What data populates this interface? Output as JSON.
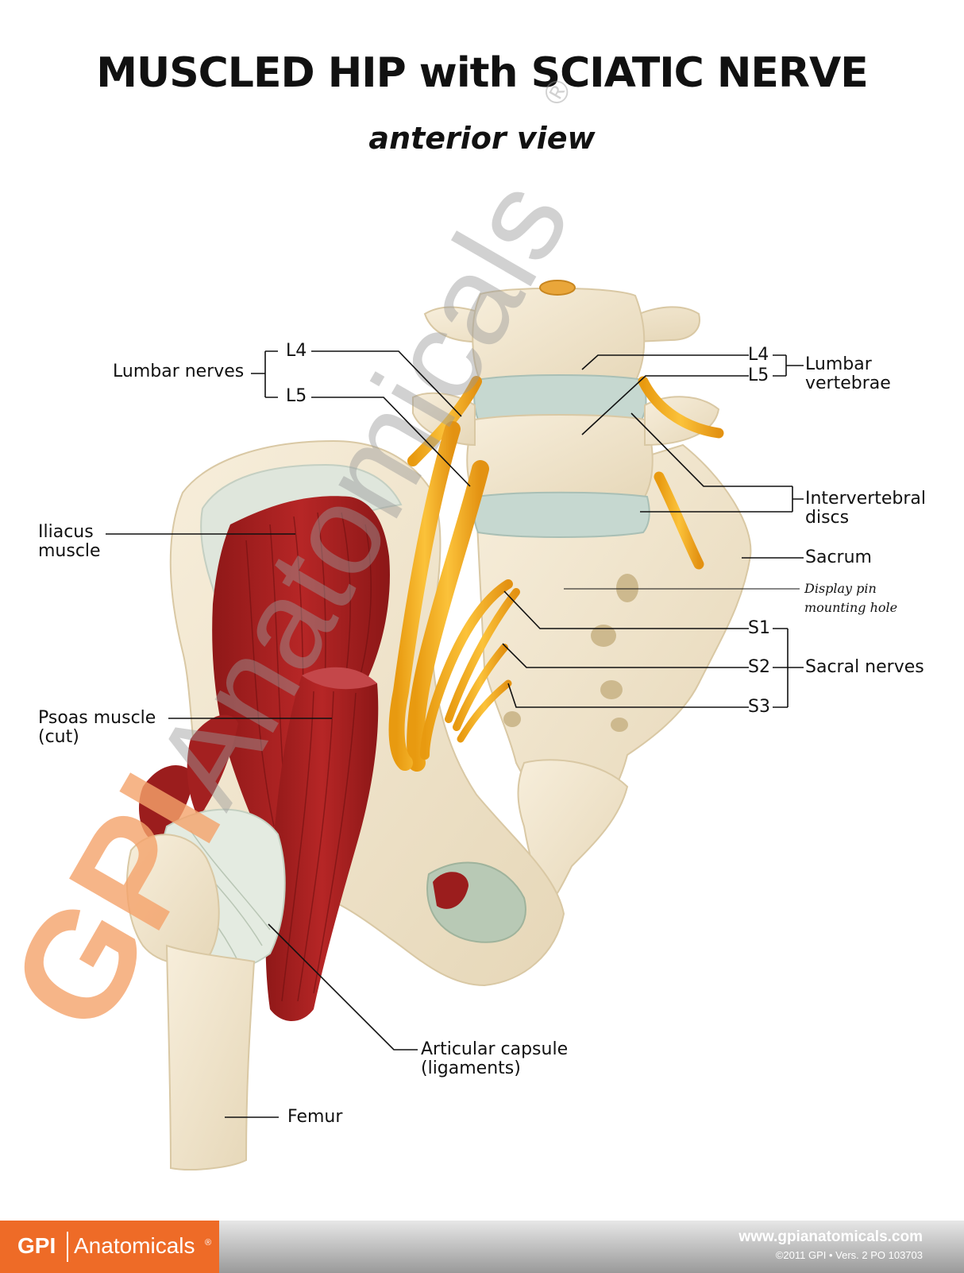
{
  "title": "MUSCLED HIP with SCIATIC NERVE",
  "subtitle": "anterior view",
  "labels": {
    "lumbar_nerves": "Lumbar nerves",
    "nerve_l4": "L4",
    "nerve_l5": "L5",
    "vert_l4": "L4",
    "vert_l5": "L5",
    "lumbar_vertebrae_1": "Lumbar",
    "lumbar_vertebrae_2": "vertebrae",
    "iliacus_1": "Iliacus",
    "iliacus_2": "muscle",
    "intervertebral_1": "Intervertebral",
    "intervertebral_2": "discs",
    "sacrum": "Sacrum",
    "display_pin_1": "Display pin",
    "display_pin_2": "mounting hole",
    "s1": "S1",
    "s2": "S2",
    "s3": "S3",
    "sacral_nerves": "Sacral nerves",
    "psoas_1": "Psoas muscle",
    "psoas_2": "(cut)",
    "capsule_1": "Articular capsule",
    "capsule_2": "(ligaments)",
    "femur": "Femur"
  },
  "watermark": {
    "gpi": "GPI",
    "anatomicals": "Anatomicals",
    "registered": "®"
  },
  "footer": {
    "brand_gpi": "GPI",
    "brand_anatomicals": "Anatomicals",
    "brand_registered": "®",
    "url": "www.gpianatomicals.com",
    "copyright": "©2011 GPI • Vers. 2 PO 103703"
  },
  "colors": {
    "bone": "#f1e6cf",
    "muscle": "#a81f1f",
    "nerve": "#f2a917",
    "disc": "#c6d8d0",
    "cartilage": "#dfe6dc",
    "watermark_orange": "#f5a36b",
    "brand_orange": "#ee6b27"
  }
}
